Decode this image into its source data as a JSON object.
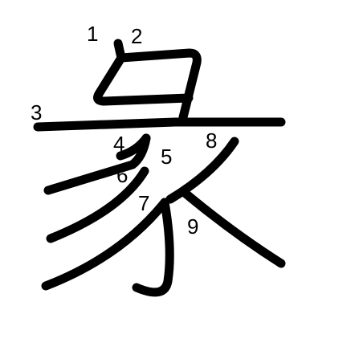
{
  "character": "彖",
  "stroke_color": "#000000",
  "background_color": "#ffffff",
  "stroke_numbers": [
    "1",
    "2",
    "3",
    "4",
    "5",
    "6",
    "7",
    "8",
    "9"
  ]
}
